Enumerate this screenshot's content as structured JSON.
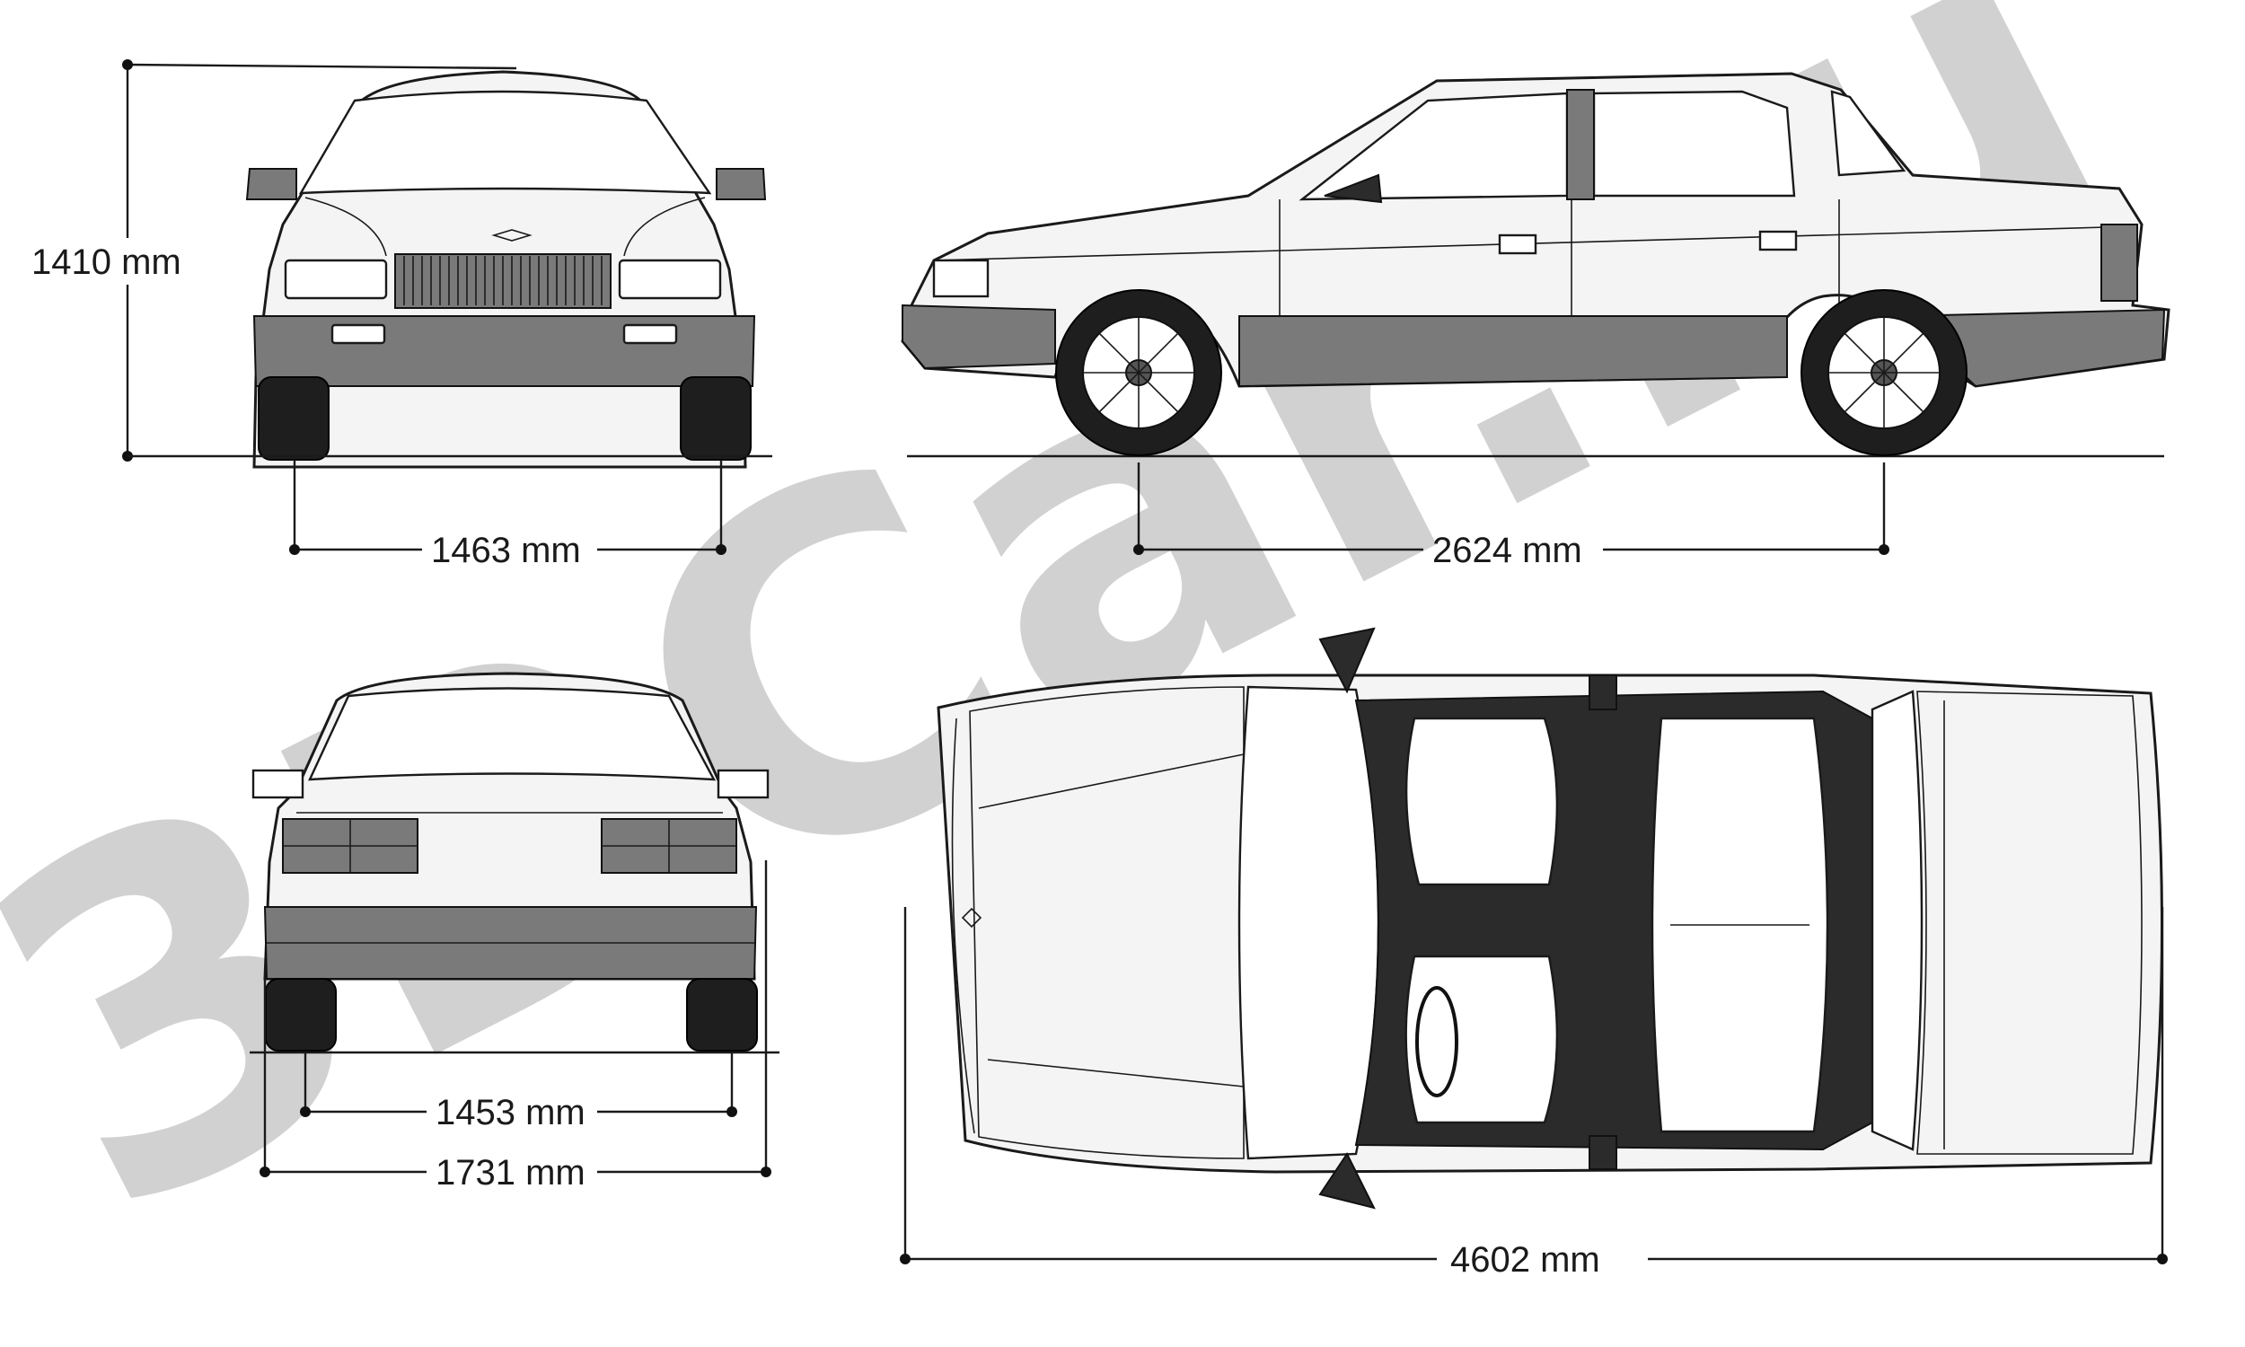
{
  "watermark": "3DCar.ru",
  "views": {
    "front": {
      "height": "1410 mm",
      "front_track": "1463 mm"
    },
    "side": {
      "wheelbase": "2624 mm"
    },
    "rear": {
      "rear_track": "1453 mm",
      "width": "1731 mm"
    },
    "top": {
      "length": "4602 mm"
    }
  }
}
